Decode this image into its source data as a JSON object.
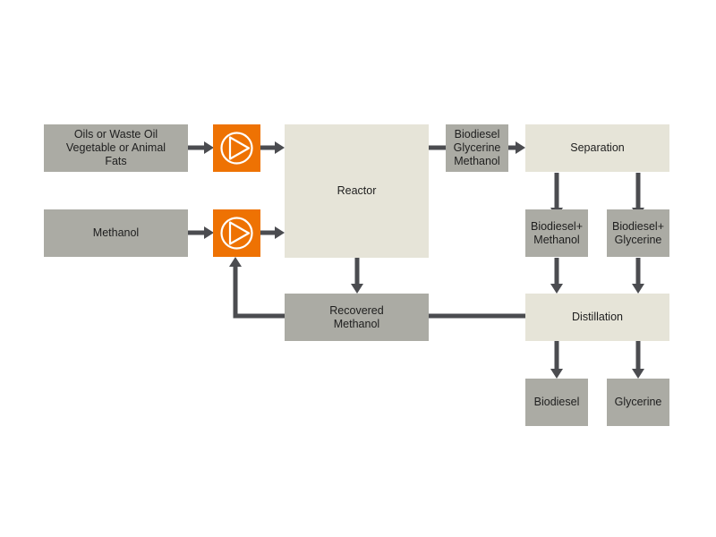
{
  "diagram": {
    "boxes": {
      "oils": "Oils or Waste Oil\nVegetable or Animal\nFats",
      "methanol": "Methanol",
      "reactor": "Reactor",
      "mixture": "Biodiesel\nGlycerine\nMethanol",
      "separation": "Separation",
      "biodiesel_methanol": "Biodiesel+\nMethanol",
      "biodiesel_glycerine": "Biodiesel+\nGlycerine",
      "recovered_methanol": "Recovered\nMethanol",
      "distillation": "Distillation",
      "biodiesel": "Biodiesel",
      "glycerine": "Glycerine"
    },
    "icons": {
      "pump_oil": "pump-icon",
      "pump_methanol": "pump-icon"
    },
    "colors": {
      "dark_box": "#ababa4",
      "light_box": "#e6e4d8",
      "pump": "#ee7203",
      "arrow": "#4b4c50"
    }
  }
}
